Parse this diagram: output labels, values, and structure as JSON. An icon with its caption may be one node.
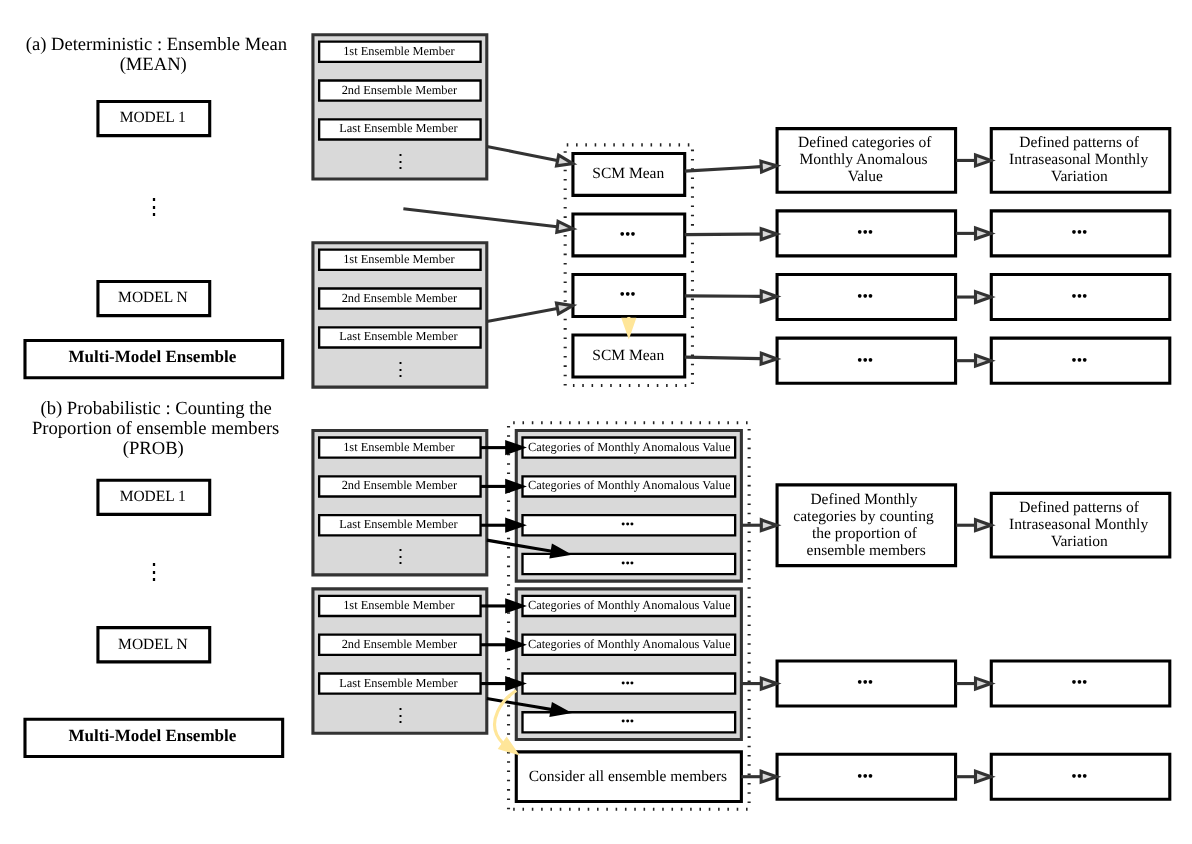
{
  "diagram": {
    "nodes": [
      {
        "text": [
          "MODEL 1"
        ]
      },
      {
        "text": [
          "⋮"
        ]
      },
      {
        "text": [
          "1st Ensemble Member"
        ],
        "in": 1
      },
      {
        "text": [
          "2nd Ensemble Member"
        ],
        "in": 1
      },
      {
        "text": [
          "Last Ensemble Member"
        ],
        "in": 1
      },
      {
        "text": [
          "MODEL N"
        ]
      },
      {
        "text": [
          "⋮"
        ]
      },
      {
        "text": [
          "1st Ensemble Member"
        ],
        "in": 6
      },
      {
        "text": [
          "2nd Ensemble Member"
        ],
        "in": 6
      },
      {
        "text": [
          "Last Ensemble Member"
        ],
        "in": 6
      },
      {
        "text": [
          "Multi-Model Ensemble"
        ]
      },
      {
        "text": [],
        "shape": "box"
      },
      {
        "text": [
          "SCM Mean"
        ],
        "in": 11
      },
      {
        "text": [
          "•••"
        ],
        "in": 11
      },
      {
        "text": [
          "•••"
        ],
        "in": 11
      },
      {
        "text": [
          "SCM Mean"
        ],
        "in": 11
      },
      {
        "text": [
          "Defined categories of Monthly Anomalous Value"
        ]
      },
      {
        "text": [
          "Defined patterns of Intraseasonal Monthly Variation"
        ]
      },
      {
        "text": [
          "•••"
        ]
      },
      {
        "text": [
          "•••"
        ]
      },
      {
        "text": [
          "•••"
        ]
      },
      {
        "text": [
          "•••"
        ]
      },
      {
        "text": [
          "•••"
        ]
      },
      {
        "text": [
          "•••"
        ]
      },
      {
        "text": [
          "MODEL 1"
        ]
      },
      {
        "text": [
          "⋮"
        ]
      },
      {
        "text": [
          "1st Ensemble Member"
        ],
        "in": 25
      },
      {
        "text": [
          "2nd Ensemble Member"
        ],
        "in": 25
      },
      {
        "text": [
          "Last Ensemble Member"
        ],
        "in": 25
      },
      {
        "text": [
          "MODEL N"
        ]
      },
      {
        "text": [
          "⋮"
        ]
      },
      {
        "text": [
          "1st Ensemble Member"
        ],
        "in": 30
      },
      {
        "text": [
          "2nd Ensemble Member"
        ],
        "in": 30
      },
      {
        "text": [
          "Last Ensemble Member"
        ],
        "in": 30
      },
      {
        "text": [
          "Multi-Model Ensemble"
        ]
      },
      {
        "text": [],
        "shape": "box"
      },
      {
        "text": [],
        "shape": "box",
        "in": 35
      },
      {
        "text": [
          "Categories of Monthly Anomalous Value"
        ],
        "in": 36
      },
      {
        "text": [
          "Categories of Monthly Anomalous Value"
        ],
        "in": 36
      },
      {
        "text": [
          "•••"
        ],
        "in": 36
      },
      {
        "text": [
          "•••"
        ],
        "in": 36
      },
      {
        "text": [],
        "shape": "box",
        "in": 35
      },
      {
        "text": [
          "Categories of Monthly Anomalous Value"
        ],
        "in": 41
      },
      {
        "text": [
          "Categories of Monthly Anomalous Value"
        ],
        "in": 41
      },
      {
        "text": [
          "•••"
        ],
        "in": 41
      },
      {
        "text": [
          "•••"
        ],
        "in": 41
      },
      {
        "text": [
          "Consider all ensemble members"
        ],
        "in": 35
      },
      {
        "text": [
          "Defined Monthly categories by counting the proportion of ensemble members"
        ]
      },
      {
        "text": [
          "Defined patterns of Intraseasonal Monthly Variation"
        ]
      },
      {
        "text": [
          "•••"
        ]
      },
      {
        "text": [
          "•••"
        ]
      },
      {
        "text": [
          "•••"
        ]
      },
      {
        "text": [
          "•••"
        ]
      }
    ],
    "edges": [
      {
        "from": 1,
        "to": 12,
        "arrow": "to"
      },
      {
        "from": null,
        "to": 13,
        "arrow": "to"
      },
      {
        "from": 6,
        "to": 14,
        "arrow": "to"
      },
      {
        "from": 14,
        "to": 15,
        "arrow": "to",
        "color": "#ffe699"
      },
      {
        "from": 12,
        "to": 16,
        "arrow": "to"
      },
      {
        "from": 16,
        "to": 17,
        "arrow": "to"
      },
      {
        "from": 13,
        "to": 18,
        "arrow": "to"
      },
      {
        "from": 18,
        "to": 19,
        "arrow": "to"
      },
      {
        "from": 14,
        "to": 20,
        "arrow": "to"
      },
      {
        "from": 20,
        "to": 21,
        "arrow": "to"
      },
      {
        "from": 15,
        "to": 22,
        "arrow": "to"
      },
      {
        "from": 22,
        "to": 23,
        "arrow": "to"
      },
      {
        "from": 26,
        "to": 37,
        "arrow": "to",
        "color": "#000000"
      },
      {
        "from": 27,
        "to": 38,
        "arrow": "to",
        "color": "#000000"
      },
      {
        "from": 25,
        "to": 39,
        "arrow": "to",
        "color": "#000000"
      },
      {
        "from": 28,
        "to": 40,
        "arrow": "to",
        "color": "#000000"
      },
      {
        "from": 31,
        "to": 42,
        "arrow": "to",
        "color": "#000000"
      },
      {
        "from": 32,
        "to": 43,
        "arrow": "to",
        "color": "#000000"
      },
      {
        "from": 30,
        "to": 44,
        "arrow": "to",
        "color": "#000000"
      },
      {
        "from": 33,
        "to": 45,
        "arrow": "to",
        "color": "#000000"
      },
      {
        "from": 36,
        "to": 47,
        "arrow": "to"
      },
      {
        "from": 47,
        "to": 48,
        "arrow": "to"
      },
      {
        "from": 41,
        "to": 49,
        "arrow": "to"
      },
      {
        "from": 49,
        "to": 50,
        "arrow": "to"
      },
      {
        "from": 41,
        "to": 46,
        "arrow": "to",
        "color": "#ffe699"
      },
      {
        "from": 46,
        "to": 51,
        "arrow": "to"
      },
      {
        "from": 51,
        "to": 52,
        "arrow": "to"
      }
    ],
    "labels": [
      "(a) Deterministic : Ensemble Mean (MEAN)",
      "⋮",
      "(b) Probabilistic : Counting the Proportion of ensemble members (PROB)",
      "⋮"
    ]
  }
}
